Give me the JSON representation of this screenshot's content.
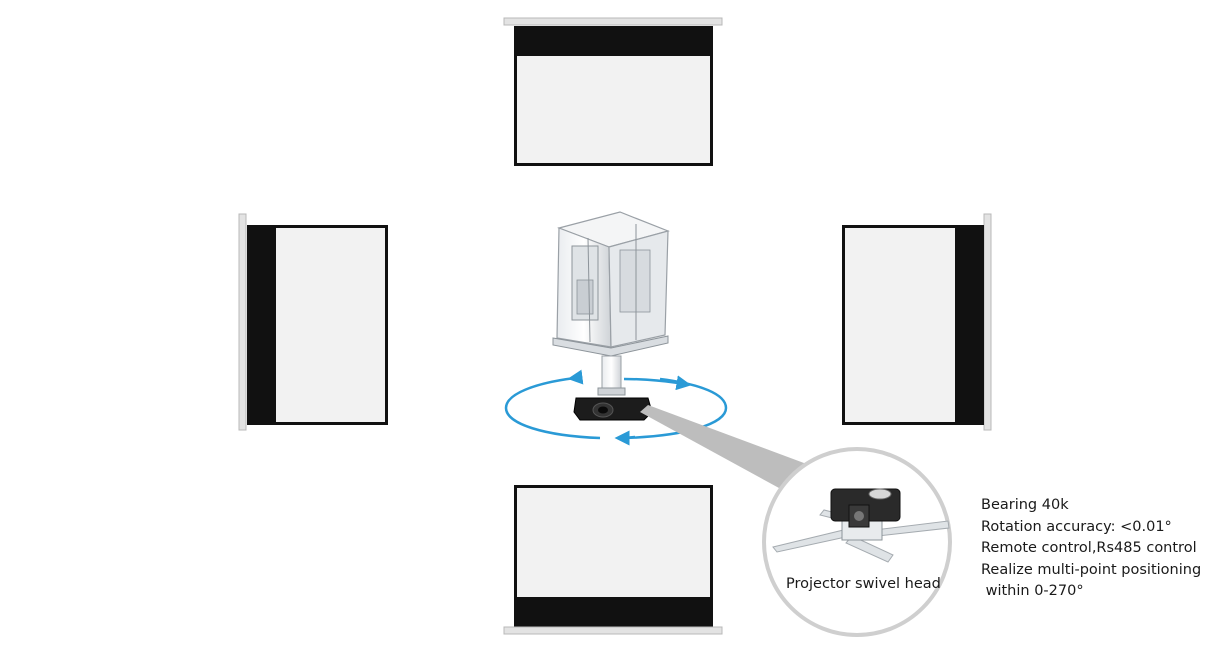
{
  "callout": {
    "caption": "Projector swivel head"
  },
  "specs": [
    "Bearing 40k",
    "Rotation accuracy: <0.01°",
    "Remote control,Rs485 control",
    "Realize multi-point positioning",
    " within 0-270°"
  ],
  "colors": {
    "rotation_arrow": "#2a9ad6",
    "screen_frame": "#111111",
    "screen_surface": "#f2f2f2",
    "callout_ring": "#cfcfcf",
    "callout_pointer": "#bdbdbd"
  }
}
